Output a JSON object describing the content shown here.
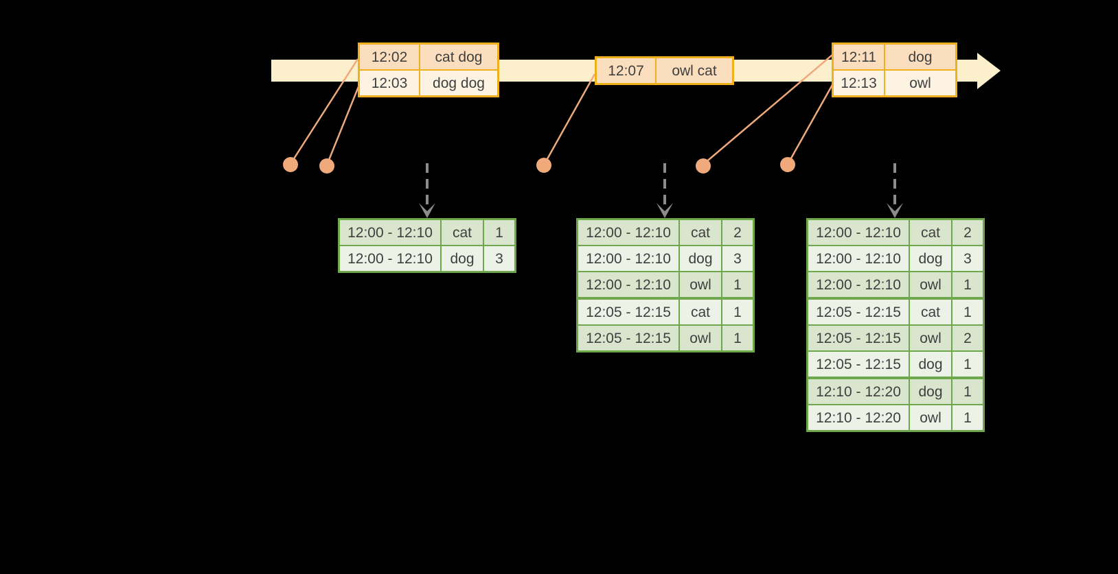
{
  "diagram_title": "windowed-event-count-timeline",
  "colors": {
    "background": "#000000",
    "timeline_fill": "#fcf0cc",
    "event_table_border": "#f0b01e",
    "event_row_dark": "#fbdebd",
    "event_row_light": "#fdf3e3",
    "result_table_border": "#6fa84c",
    "result_row_dark": "#dae5ce",
    "result_row_light": "#edf2e7",
    "event_dot": "#f0a97b",
    "dashed_arrow": "#8c8c8c",
    "text": "#3f3f3f"
  },
  "event_tables": [
    {
      "rows": [
        [
          "12:02",
          "cat dog"
        ],
        [
          "12:03",
          "dog dog"
        ]
      ]
    },
    {
      "rows": [
        [
          "12:07",
          "owl cat"
        ]
      ]
    },
    {
      "rows": [
        [
          "12:11",
          "dog"
        ],
        [
          "12:13",
          "owl"
        ]
      ]
    }
  ],
  "result_tables": [
    {
      "groups": [
        [
          [
            "12:00 - 12:10",
            "cat",
            "1"
          ],
          [
            "12:00 - 12:10",
            "dog",
            "3"
          ]
        ]
      ]
    },
    {
      "groups": [
        [
          [
            "12:00 - 12:10",
            "cat",
            "2"
          ],
          [
            "12:00 - 12:10",
            "dog",
            "3"
          ],
          [
            "12:00 - 12:10",
            "owl",
            "1"
          ]
        ],
        [
          [
            "12:05 - 12:15",
            "cat",
            "1"
          ],
          [
            "12:05 - 12:15",
            "owl",
            "1"
          ]
        ]
      ]
    },
    {
      "groups": [
        [
          [
            "12:00 - 12:10",
            "cat",
            "2"
          ],
          [
            "12:00 - 12:10",
            "dog",
            "3"
          ],
          [
            "12:00 - 12:10",
            "owl",
            "1"
          ]
        ],
        [
          [
            "12:05 - 12:15",
            "cat",
            "1"
          ],
          [
            "12:05 - 12:15",
            "owl",
            "2"
          ],
          [
            "12:05 - 12:15",
            "dog",
            "1"
          ]
        ],
        [
          [
            "12:10 - 12:20",
            "dog",
            "1"
          ],
          [
            "12:10 - 12:20",
            "owl",
            "1"
          ]
        ]
      ]
    }
  ]
}
